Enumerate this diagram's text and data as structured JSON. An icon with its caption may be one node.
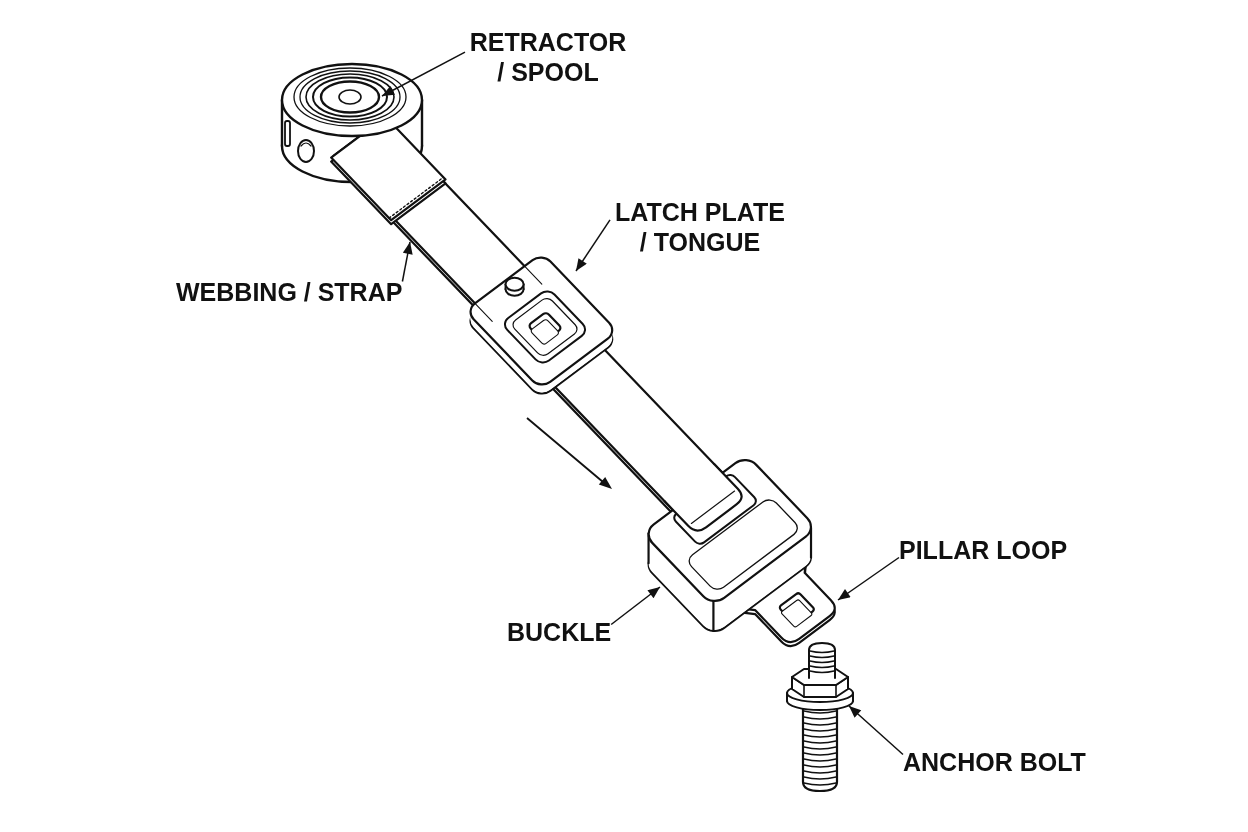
{
  "diagram": {
    "nodes": [
      {
        "text": [
          "RETRACTOR / SPOOL"
        ]
      },
      {
        "text": [
          "LATCH PLATE / TONGUE"
        ]
      },
      {
        "text": [
          "WEBBING / STRAP"
        ]
      },
      {
        "text": [
          "PILLAR LOOP"
        ]
      },
      {
        "text": [
          "BUCKLE"
        ]
      },
      {
        "text": [
          "ANCHOR BOLT"
        ]
      }
    ],
    "edges": [
      {
        "from": 0,
        "to": null,
        "arrow": "to"
      },
      {
        "from": 1,
        "to": null,
        "arrow": "to"
      },
      {
        "from": 2,
        "to": null,
        "arrow": "to"
      },
      {
        "from": 3,
        "to": null,
        "arrow": "to"
      },
      {
        "from": 4,
        "to": null,
        "arrow": "to"
      },
      {
        "from": 5,
        "to": null,
        "arrow": "to"
      }
    ]
  }
}
